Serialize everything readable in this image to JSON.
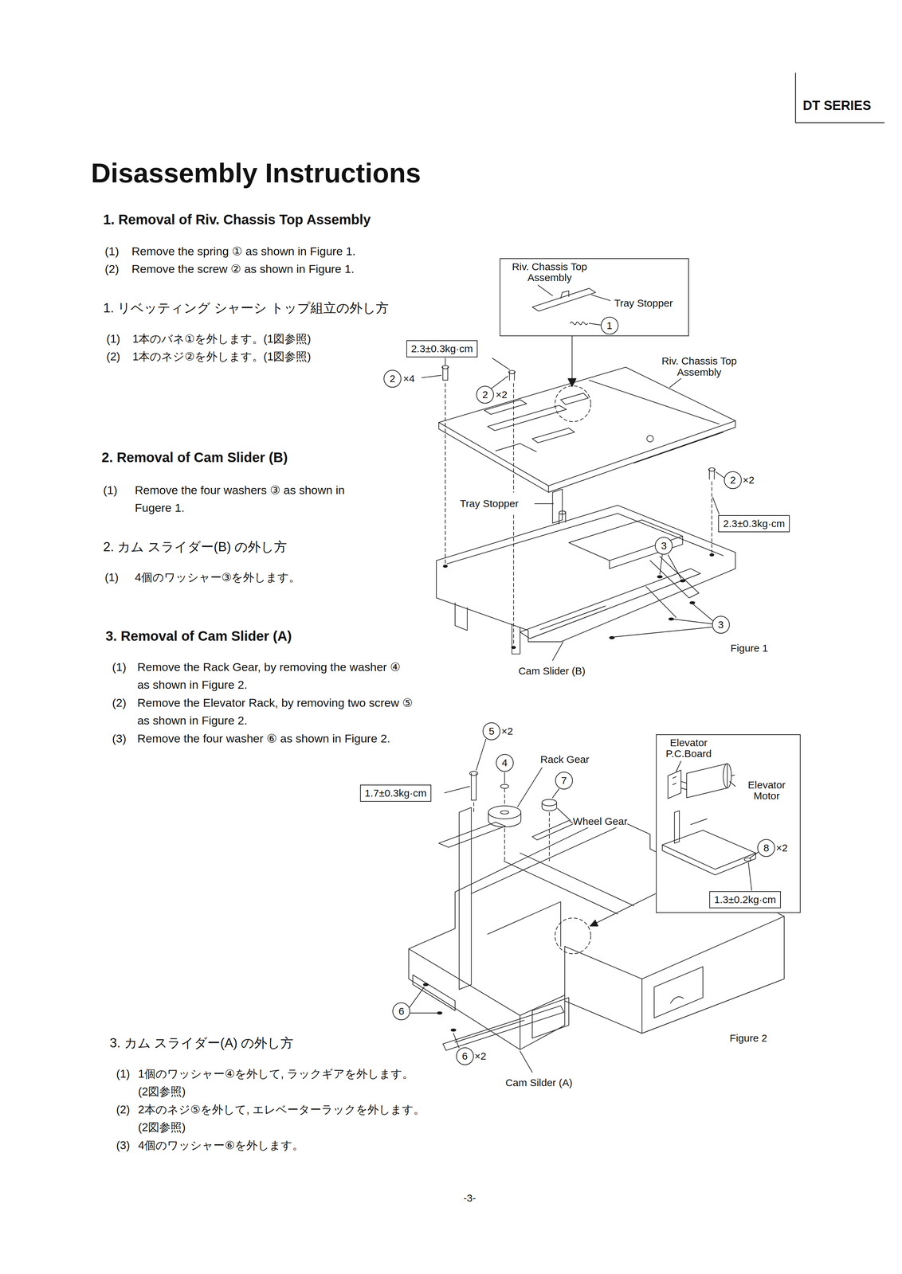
{
  "diagram": {
    "title": "Disassembly Instructions",
    "nodes": [
      {
        "text": [
          "Riv. Chassis Top Assembly",
          "Tray Stopper"
        ]
      },
      {
        "text": [
          "1"
        ],
        "in": 0
      },
      {
        "text": [
          "2.3±0.3kg·cm"
        ]
      },
      {
        "text": [
          "2"
        ]
      },
      {
        "text": [
          "2"
        ]
      },
      {
        "text": [
          "2"
        ]
      },
      {
        "text": [
          "2.3±0.3kg·cm"
        ]
      },
      {
        "text": [
          "3"
        ]
      },
      {
        "text": [
          "3"
        ]
      },
      {
        "text": [
          "5"
        ]
      },
      {
        "text": [
          "4"
        ]
      },
      {
        "text": [
          "7"
        ]
      },
      {
        "text": [
          "1.7±0.3kg·cm"
        ]
      },
      {
        "text": [
          "Elevator P.C.Board",
          "Elevator Motor"
        ]
      },
      {
        "text": [
          "8"
        ],
        "in": 13
      },
      {
        "text": [
          "1.3±0.2kg·cm"
        ],
        "in": 13
      },
      {
        "text": [
          "6"
        ]
      },
      {
        "text": [
          "6"
        ]
      }
    ],
    "labels": [
      "DT SERIES",
      "1. Removal of Riv. Chassis Top Assembly",
      "(1)",
      "Remove the spring ① as shown in Figure 1.",
      "(2)",
      "Remove the screw ② as shown in Figure 1.",
      "1. リベッティング シャーシ トップ組立の外し方",
      "(1)",
      "1本のバネ①を外します。(1図参照)",
      "(2)",
      "1本のネジ②を外します。(1図参照)",
      "2. Removal of Cam Slider (B)",
      "(1)",
      "Remove the four washers ③ as shown in Fugere 1.",
      "2. カム スライダー(B) の外し方",
      "(1)",
      "4個のワッシャー③を外します。",
      "3. Removal of Cam Slider (A)",
      "(1)",
      "Remove the Rack Gear, by removing the washer ④ as shown in Figure 2.",
      "(2)",
      "Remove the Elevator Rack, by removing two screw ⑤ as shown in Figure 2.",
      "(3)",
      "Remove the four washer ⑥ as shown in Figure 2.",
      "3. カム スライダー(A) の外し方",
      "(1)",
      "1個のワッシャー④を外して, ラックギアを外します。 (2図参照)",
      "(2)",
      "2本のネジ⑤を外して, エレベーターラックを外します。 (2図参照)",
      "(3)",
      "4個のワッシャー⑥を外します。",
      "×4",
      "×2",
      "Riv. Chassis Top Assembly",
      "Tray Stopper",
      "×2",
      "Figure 1",
      "Cam Slider (B)",
      "×2",
      "Rack Gear",
      "Wheel Gear",
      "×2",
      "×2",
      "Figure 2",
      "Cam Silder (A)",
      "-3-"
    ]
  }
}
